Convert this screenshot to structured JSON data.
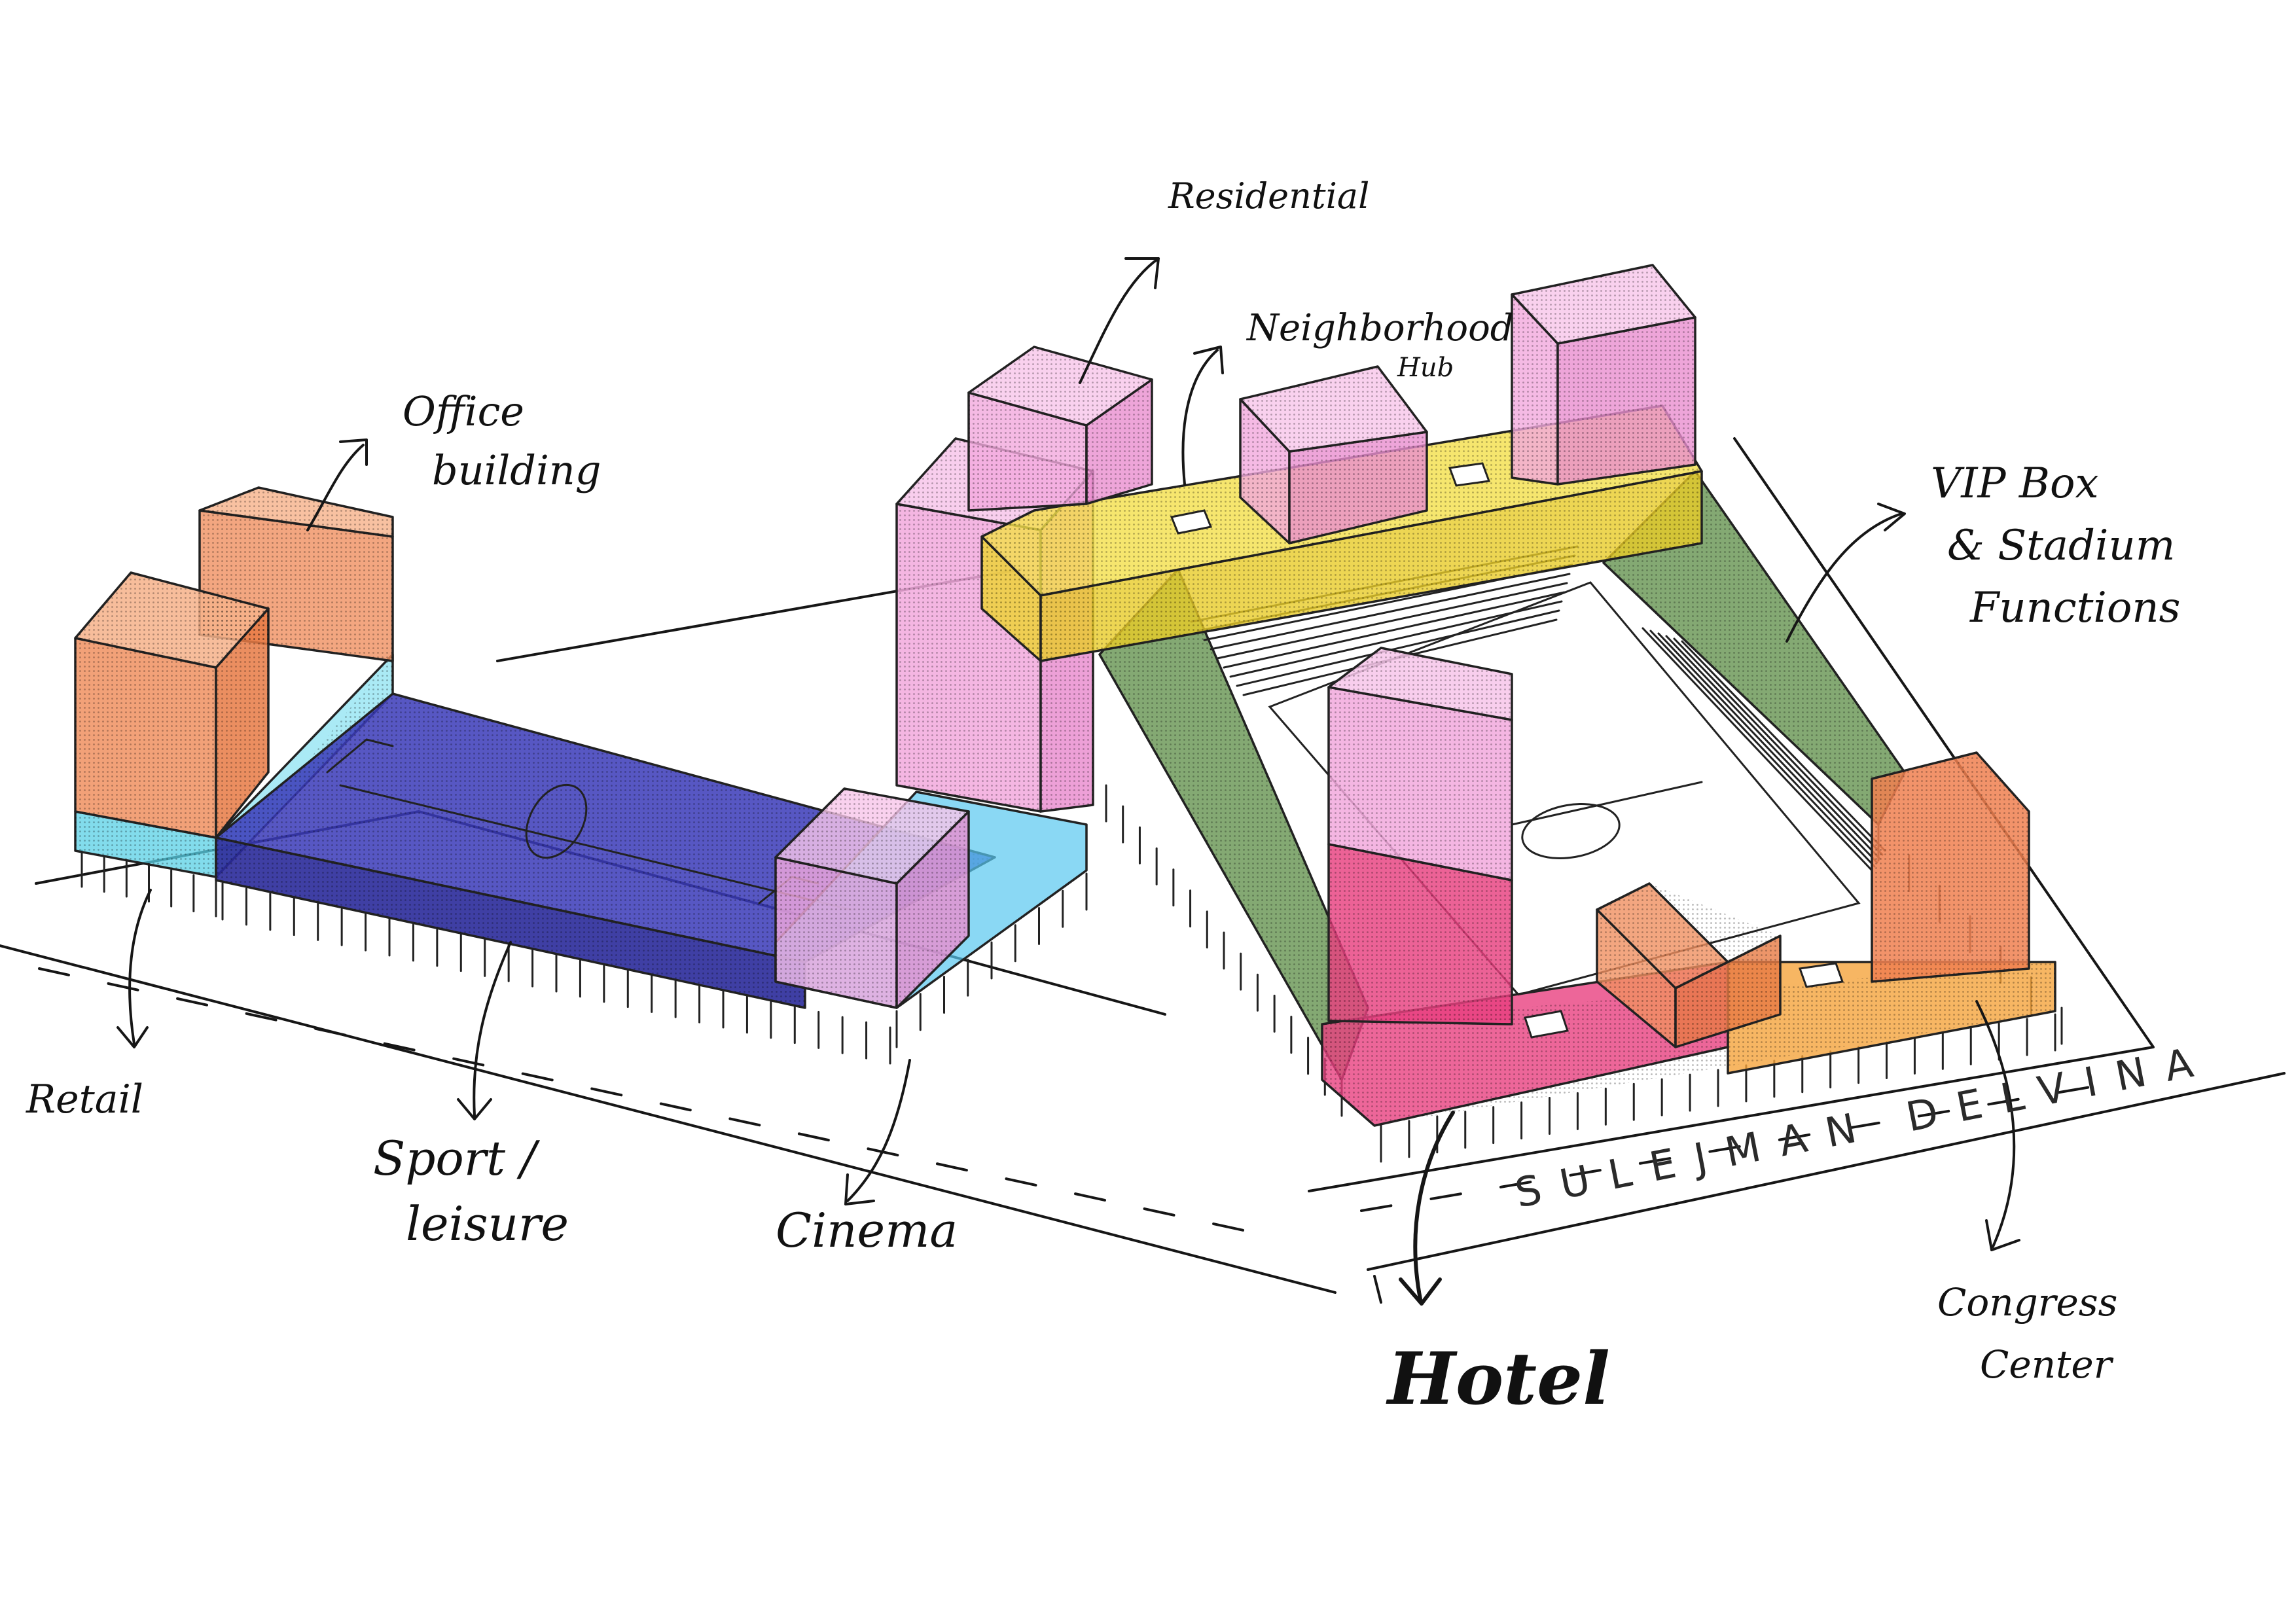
{
  "labels": {
    "residential": "Residential",
    "neighborhood_hub_line1": "Neighborhood",
    "neighborhood_hub_line2": "Hub",
    "office_line1": "Office",
    "office_line2": "building",
    "vip_line1": "VIP Box",
    "vip_line2": "& Stadium",
    "vip_line3": "Functions",
    "retail": "Retail",
    "sport_line1": "Sport /",
    "sport_line2": "leisure",
    "cinema": "Cinema",
    "hotel": "Hotel",
    "congress_line1": "Congress",
    "congress_line2": "Center",
    "street_name": "SULEJMAN DELVINA"
  },
  "colors": {
    "residential_pink": "#f2a9dd",
    "office_orange": "#f09060",
    "retail_cyan": "#58d0e6",
    "sport_blue": "#3a3ab8",
    "vip_yellow": "#f4e04a",
    "stadium_green": "#6f9a5a",
    "hotel_magenta": "#e8407f",
    "congress_orange": "#f5a43c"
  }
}
